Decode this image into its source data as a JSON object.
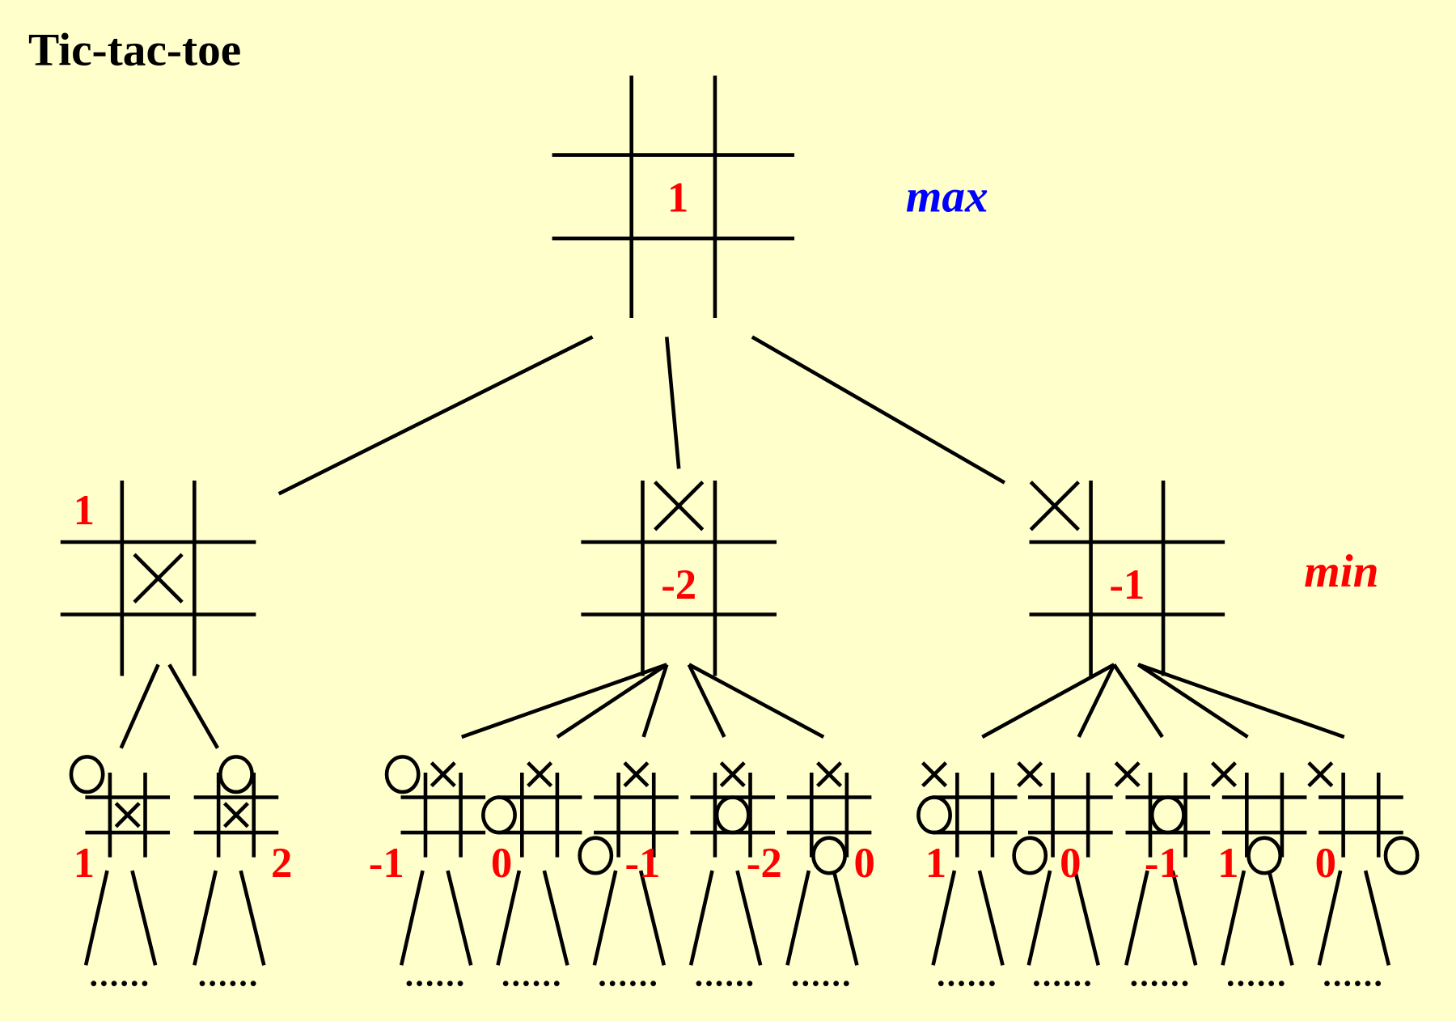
{
  "title": "Tic-tac-toe",
  "level_labels": {
    "max": "max",
    "min": "min"
  },
  "colors": {
    "background": "#ffffcc",
    "value": "#ff0000",
    "max_label": "#0000ff",
    "min_label": "#ff0000",
    "lines": "#000000"
  },
  "leaf_ellipsis": "......",
  "tree": {
    "root": {
      "value": "1",
      "marks": []
    },
    "level1": [
      {
        "value": "1",
        "marks": [
          {
            "mark": "X",
            "cell": 4
          }
        ]
      },
      {
        "value": "-2",
        "marks": [
          {
            "mark": "X",
            "cell": 1
          }
        ]
      },
      {
        "value": "-1",
        "marks": [
          {
            "mark": "X",
            "cell": 0
          }
        ]
      }
    ],
    "level2": [
      {
        "parent": 0,
        "value": "1",
        "marks": [
          {
            "mark": "O",
            "cell": 0
          },
          {
            "mark": "X",
            "cell": 4
          }
        ]
      },
      {
        "parent": 0,
        "value": "2",
        "marks": [
          {
            "mark": "O",
            "cell": 1
          },
          {
            "mark": "X",
            "cell": 4
          }
        ]
      },
      {
        "parent": 1,
        "value": "-1",
        "marks": [
          {
            "mark": "O",
            "cell": 0
          },
          {
            "mark": "X",
            "cell": 1
          }
        ]
      },
      {
        "parent": 1,
        "value": "0",
        "marks": [
          {
            "mark": "O",
            "cell": 3
          },
          {
            "mark": "X",
            "cell": 1
          }
        ]
      },
      {
        "parent": 1,
        "value": "-1",
        "marks": [
          {
            "mark": "O",
            "cell": 6
          },
          {
            "mark": "X",
            "cell": 1
          }
        ]
      },
      {
        "parent": 1,
        "value": "-2",
        "marks": [
          {
            "mark": "O",
            "cell": 4
          },
          {
            "mark": "X",
            "cell": 1
          }
        ]
      },
      {
        "parent": 1,
        "value": "0",
        "marks": [
          {
            "mark": "O",
            "cell": 7
          },
          {
            "mark": "X",
            "cell": 1
          }
        ]
      },
      {
        "parent": 2,
        "value": "1",
        "marks": [
          {
            "mark": "O",
            "cell": 3
          },
          {
            "mark": "X",
            "cell": 0
          }
        ]
      },
      {
        "parent": 2,
        "value": "0",
        "marks": [
          {
            "mark": "O",
            "cell": 6
          },
          {
            "mark": "X",
            "cell": 0
          }
        ]
      },
      {
        "parent": 2,
        "value": "-1",
        "marks": [
          {
            "mark": "O",
            "cell": 4
          },
          {
            "mark": "X",
            "cell": 0
          }
        ]
      },
      {
        "parent": 2,
        "value": "1",
        "marks": [
          {
            "mark": "O",
            "cell": 7
          },
          {
            "mark": "X",
            "cell": 0
          }
        ]
      },
      {
        "parent": 2,
        "value": "0",
        "marks": [
          {
            "mark": "O",
            "cell": 8
          },
          {
            "mark": "X",
            "cell": 0
          }
        ]
      }
    ]
  }
}
